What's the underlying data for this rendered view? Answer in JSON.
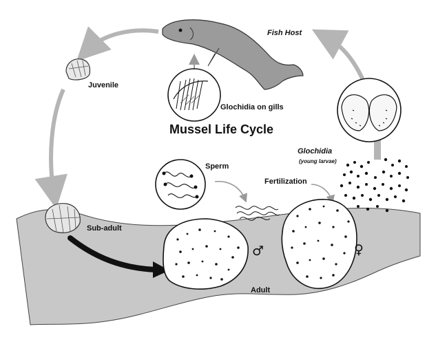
{
  "diagram": {
    "title": "Mussel Life Cycle",
    "labels": {
      "fish_host": "Fish Host",
      "glochidia_on_gills": "Glochidia on gills",
      "juvenile": "Juvenile",
      "sub_adult": "Sub-adult",
      "adult": "Adult",
      "sperm": "Sperm",
      "fertilization": "Fertilization",
      "glochidia": "Glochidia",
      "glochidia_note": "(young larvae)"
    },
    "symbols": {
      "male": "♂",
      "female": "♀"
    },
    "colors": {
      "riverbed": "#c8c8c8",
      "cycle_arrow": "#b5b5b5",
      "outline": "#111111",
      "black_arrow": "#111111"
    }
  }
}
